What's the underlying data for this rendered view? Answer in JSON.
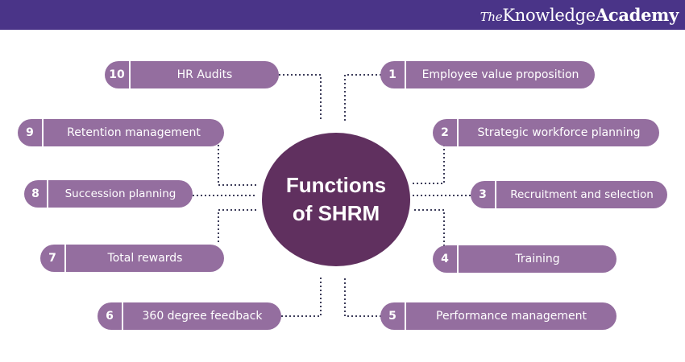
{
  "brand": {
    "prefix": "The",
    "knowledge": "Knowledge",
    "academy": "Academy"
  },
  "center": {
    "line1": "Functions",
    "line2": "of SHRM"
  },
  "colors": {
    "header": "#4a3488",
    "center": "#60305f",
    "pill": "#946e9f"
  },
  "functions": [
    {
      "num": "1",
      "label": "Employee value proposition"
    },
    {
      "num": "2",
      "label": "Strategic workforce planning"
    },
    {
      "num": "3",
      "label": "Recruitment and selection"
    },
    {
      "num": "4",
      "label": "Training"
    },
    {
      "num": "5",
      "label": "Performance management"
    },
    {
      "num": "6",
      "label": "360 degree feedback"
    },
    {
      "num": "7",
      "label": "Total rewards"
    },
    {
      "num": "8",
      "label": "Succession planning"
    },
    {
      "num": "9",
      "label": "Retention management"
    },
    {
      "num": "10",
      "label": "HR Audits"
    }
  ]
}
